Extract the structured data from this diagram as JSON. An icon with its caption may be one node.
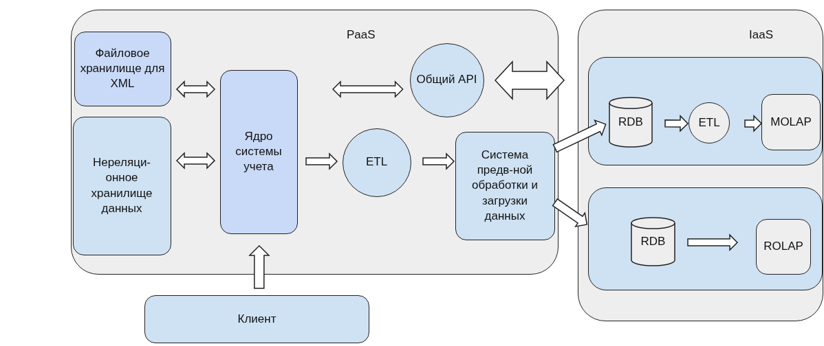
{
  "diagram": {
    "nodes": [
      {
        "text": [
          "PaaS"
        ]
      },
      {
        "text": [
          "Файловое хранилище для XML"
        ],
        "in": 0
      },
      {
        "text": [
          "Нереляци-онное хранилище данных"
        ],
        "in": 0
      },
      {
        "text": [
          "Ядро системы учета"
        ],
        "in": 0
      },
      {
        "text": [
          "Общий API"
        ],
        "in": 0
      },
      {
        "text": [
          "ETL"
        ],
        "in": 0
      },
      {
        "text": [
          "Система предв-ной обработки и загрузки данных"
        ],
        "in": 0
      },
      {
        "text": [
          "IaaS"
        ]
      },
      {
        "text": [],
        "shape": "box",
        "in": 7
      },
      {
        "text": [
          "RDB"
        ],
        "in": 8
      },
      {
        "text": [
          "ETL"
        ],
        "in": 8
      },
      {
        "text": [
          "MOLAP"
        ],
        "in": 8
      },
      {
        "text": [],
        "shape": "box",
        "in": 7
      },
      {
        "text": [
          "RDB"
        ],
        "in": 12
      },
      {
        "text": [
          "ROLAP"
        ],
        "in": 12
      },
      {
        "text": [
          "Клиент"
        ]
      }
    ],
    "edges": [
      {
        "from": 1,
        "to": 3,
        "arrow": "both"
      },
      {
        "from": 2,
        "to": 3,
        "arrow": "both"
      },
      {
        "from": 3,
        "to": 4,
        "arrow": "both"
      },
      {
        "from": 4,
        "to": 7,
        "arrow": "both"
      },
      {
        "from": 3,
        "to": 5,
        "arrow": "to"
      },
      {
        "from": 5,
        "to": 6,
        "arrow": "to"
      },
      {
        "from": 6,
        "to": 9,
        "arrow": "to"
      },
      {
        "from": 6,
        "to": 12,
        "arrow": "to"
      },
      {
        "from": 9,
        "to": 10,
        "arrow": "to"
      },
      {
        "from": 10,
        "to": 11,
        "arrow": "to"
      },
      {
        "from": 13,
        "to": 14,
        "arrow": "to"
      },
      {
        "from": 15,
        "to": 3,
        "arrow": "to"
      }
    ]
  }
}
